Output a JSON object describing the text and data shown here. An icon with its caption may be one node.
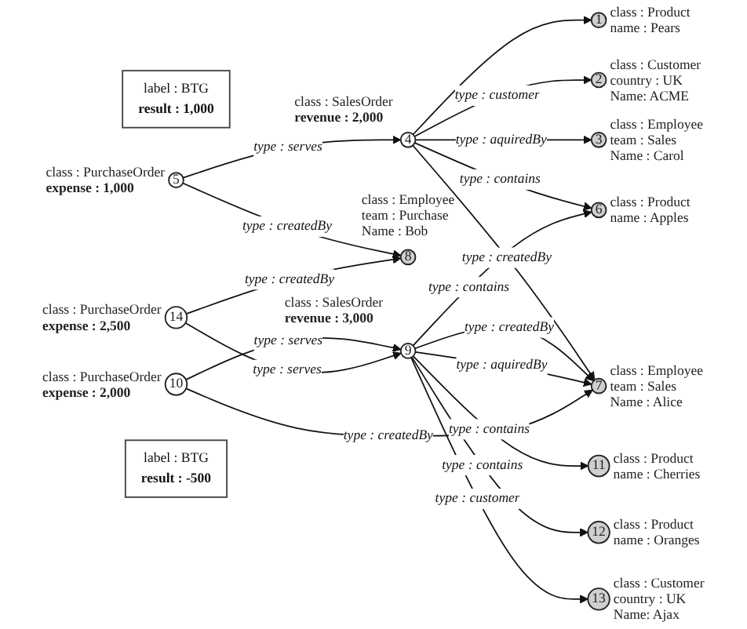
{
  "diagram": {
    "nodes": [
      {
        "text": [
          "1"
        ],
        "beside": [
          "class : Product",
          "name : Pears"
        ]
      },
      {
        "text": [
          "2"
        ],
        "beside": [
          "class : Customer",
          "country : UK",
          "Name: ACME"
        ]
      },
      {
        "text": [
          "3"
        ],
        "beside": [
          "class : Employee",
          "team : Sales",
          "Name : Carol"
        ]
      },
      {
        "text": [
          "4"
        ],
        "beside": [
          "class : SalesOrder",
          "revenue : 2,000"
        ]
      },
      {
        "text": [
          "5"
        ],
        "beside": [
          "class : PurchaseOrder",
          "expense : 1,000"
        ]
      },
      {
        "text": [
          "6"
        ],
        "beside": [
          "class : Product",
          "name : Apples"
        ]
      },
      {
        "text": [
          "7"
        ],
        "beside": [
          "class : Employee",
          "team : Sales",
          "Name : Alice"
        ]
      },
      {
        "text": [
          "8"
        ],
        "beside": [
          "class : Employee",
          "team : Purchase",
          "Name : Bob"
        ]
      },
      {
        "text": [
          "9"
        ],
        "beside": [
          "class : SalesOrder",
          "revenue : 3,000"
        ]
      },
      {
        "text": [
          "10"
        ],
        "beside": [
          "class : PurchaseOrder",
          "expense : 2,000"
        ]
      },
      {
        "text": [
          "11"
        ],
        "beside": [
          "class : Product",
          "name : Cherries"
        ]
      },
      {
        "text": [
          "12"
        ],
        "beside": [
          "class : Product",
          "name : Oranges"
        ]
      },
      {
        "text": [
          "13"
        ],
        "beside": [
          "class : Customer",
          "country : UK",
          "Name: Ajax"
        ]
      },
      {
        "text": [
          "14"
        ],
        "beside": [
          "class : PurchaseOrder",
          "expense : 2,500"
        ]
      },
      {
        "text": [
          "label : BTG",
          "result : 1,000"
        ]
      },
      {
        "text": [
          "label : BTG",
          "result : -500"
        ]
      }
    ],
    "edges": [
      {
        "from": 3,
        "to": 0,
        "arrow": "to"
      },
      {
        "from": 3,
        "to": 1,
        "arrow": "to",
        "label": "type : customer"
      },
      {
        "from": 3,
        "to": 2,
        "arrow": "to",
        "label": "type : aquiredBy"
      },
      {
        "from": 3,
        "to": 5,
        "arrow": "to",
        "label": "type : contains"
      },
      {
        "from": 3,
        "to": 6,
        "arrow": "to",
        "label": "type : createdBy"
      },
      {
        "from": 4,
        "to": 3,
        "arrow": "to",
        "label": "type : serves"
      },
      {
        "from": 4,
        "to": 7,
        "arrow": "to",
        "label": "type : createdBy"
      },
      {
        "from": 8,
        "to": 5,
        "arrow": "to",
        "label": "type : contains"
      },
      {
        "from": 8,
        "to": 6,
        "arrow": "to",
        "label": "type : createdBy"
      },
      {
        "from": 8,
        "to": 6,
        "arrow": "to",
        "label": "type : aquiredBy"
      },
      {
        "from": 9,
        "to": 8,
        "arrow": "to",
        "label": "type : serves"
      },
      {
        "from": 9,
        "to": 6,
        "arrow": "to",
        "label": "type : createdBy"
      },
      {
        "from": 8,
        "to": 10,
        "arrow": "to",
        "label": "type : contains"
      },
      {
        "from": 8,
        "to": 11,
        "arrow": "to",
        "label": "type : contains"
      },
      {
        "from": 8,
        "to": 12,
        "arrow": "to",
        "label": "type : customer"
      },
      {
        "from": 13,
        "to": 8,
        "arrow": "to",
        "label": "type : serves"
      },
      {
        "from": 13,
        "to": 7,
        "arrow": "to",
        "label": "type : createdBy"
      }
    ]
  }
}
